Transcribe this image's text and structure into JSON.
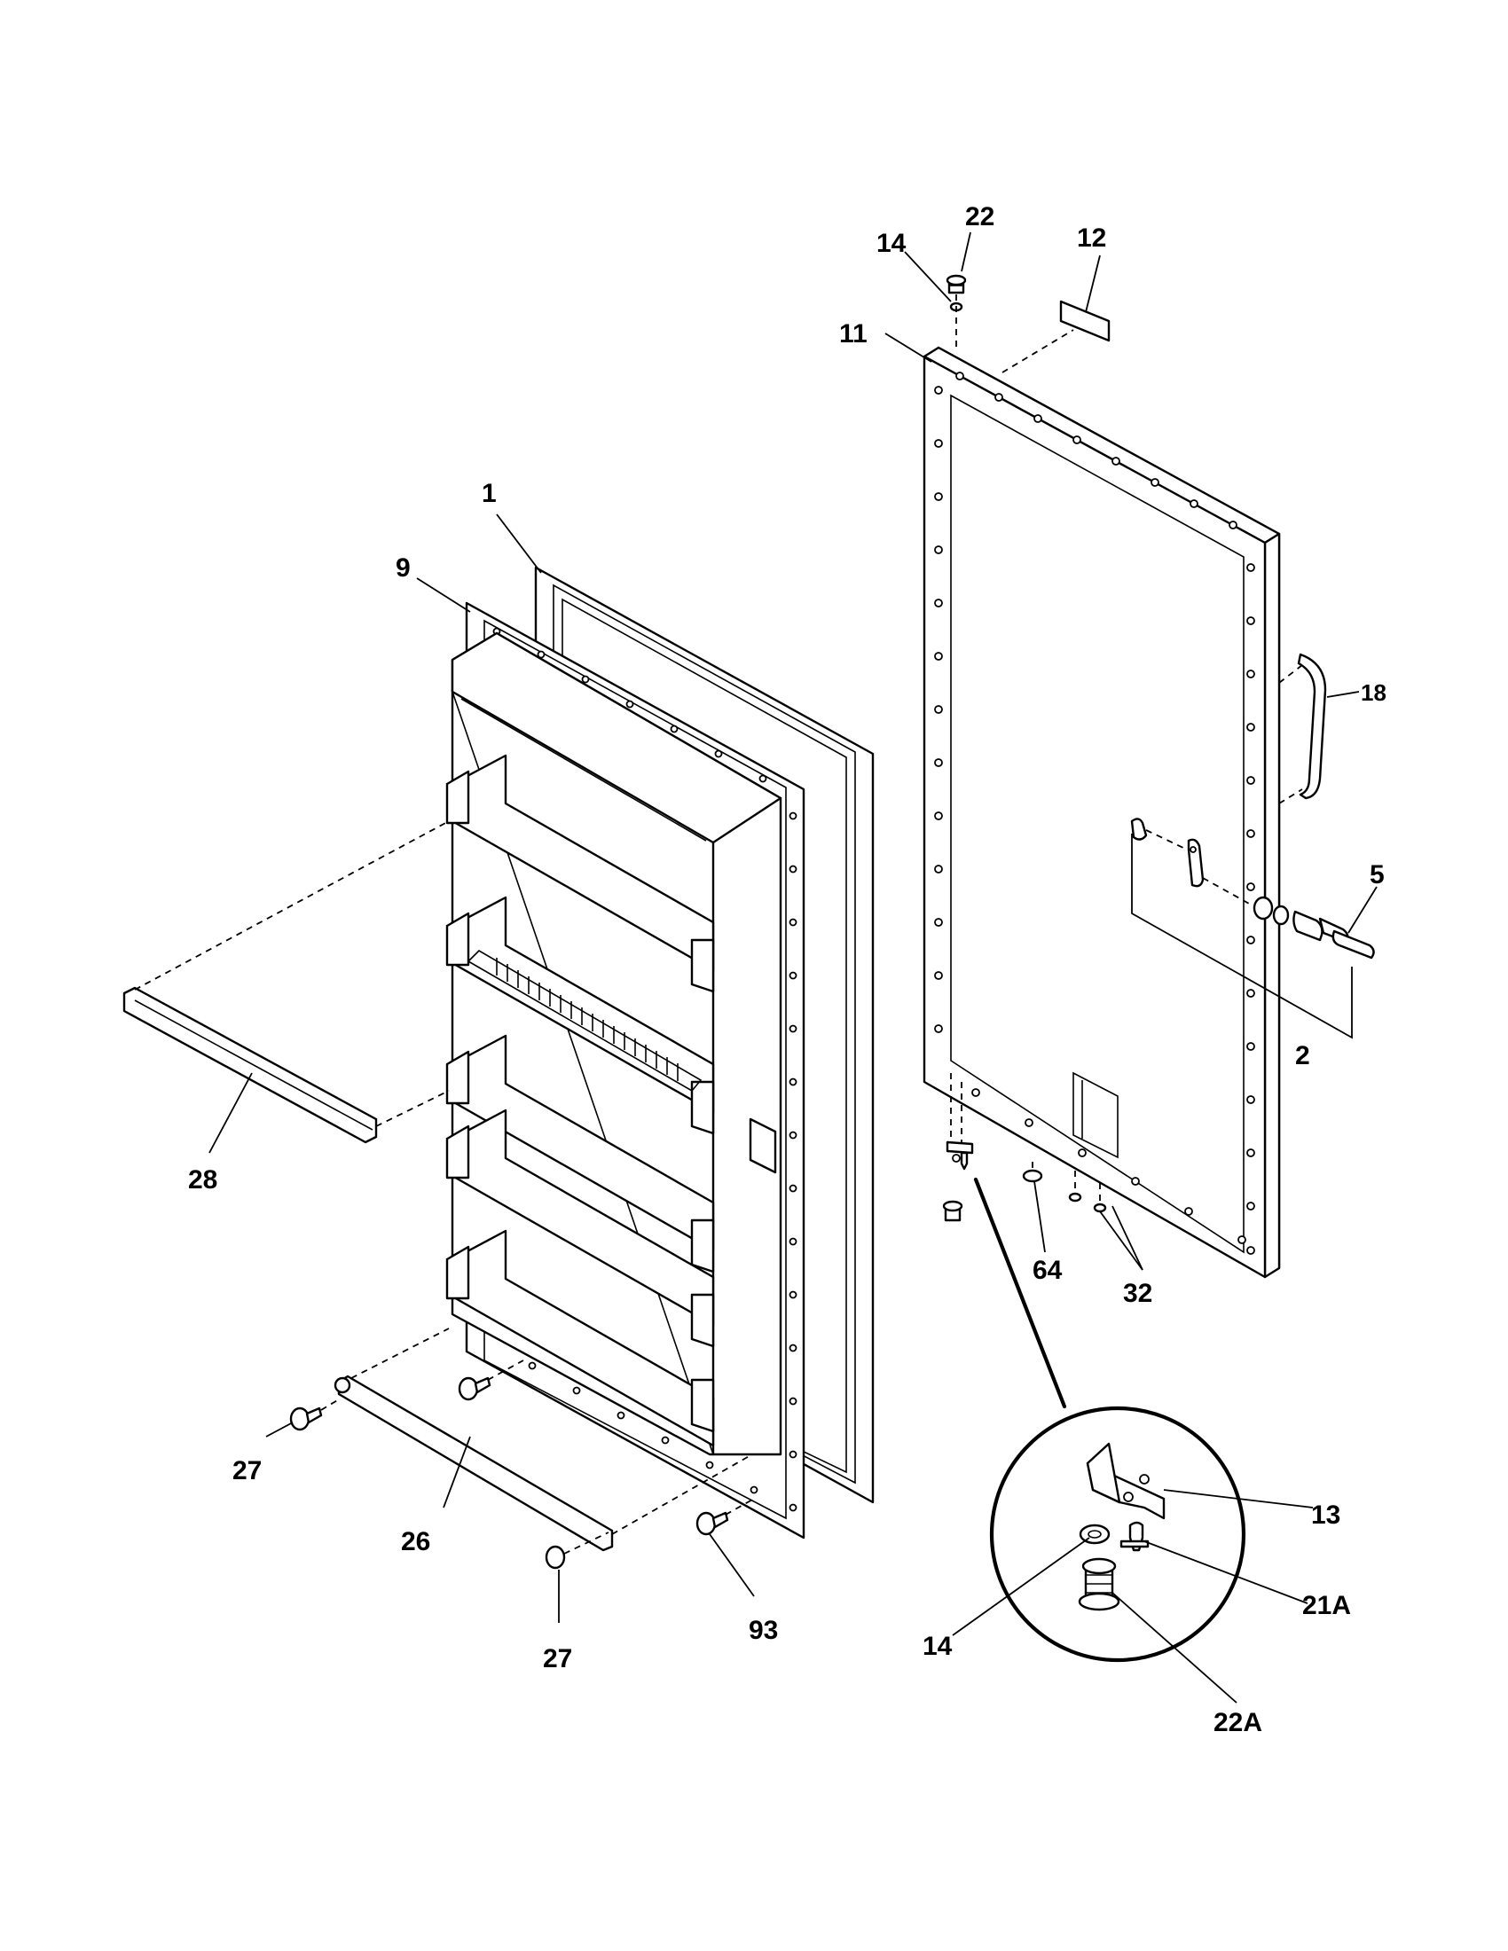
{
  "callouts": [
    {
      "id": "c1",
      "text": "1"
    },
    {
      "id": "c9",
      "text": "9"
    },
    {
      "id": "c28",
      "text": "28"
    },
    {
      "id": "c27a",
      "text": "27"
    },
    {
      "id": "c26",
      "text": "26"
    },
    {
      "id": "c27b",
      "text": "27"
    },
    {
      "id": "c93",
      "text": "93"
    },
    {
      "id": "c14a",
      "text": "14"
    },
    {
      "id": "c22",
      "text": "22"
    },
    {
      "id": "c12",
      "text": "12"
    },
    {
      "id": "c11",
      "text": "11"
    },
    {
      "id": "c18",
      "text": "18"
    },
    {
      "id": "c5",
      "text": "5"
    },
    {
      "id": "c2",
      "text": "2"
    },
    {
      "id": "c64",
      "text": "64"
    },
    {
      "id": "c32",
      "text": "32"
    },
    {
      "id": "c13",
      "text": "13"
    },
    {
      "id": "c21A",
      "text": "21A"
    },
    {
      "id": "c14b",
      "text": "14"
    },
    {
      "id": "c22A",
      "text": "22A"
    }
  ]
}
